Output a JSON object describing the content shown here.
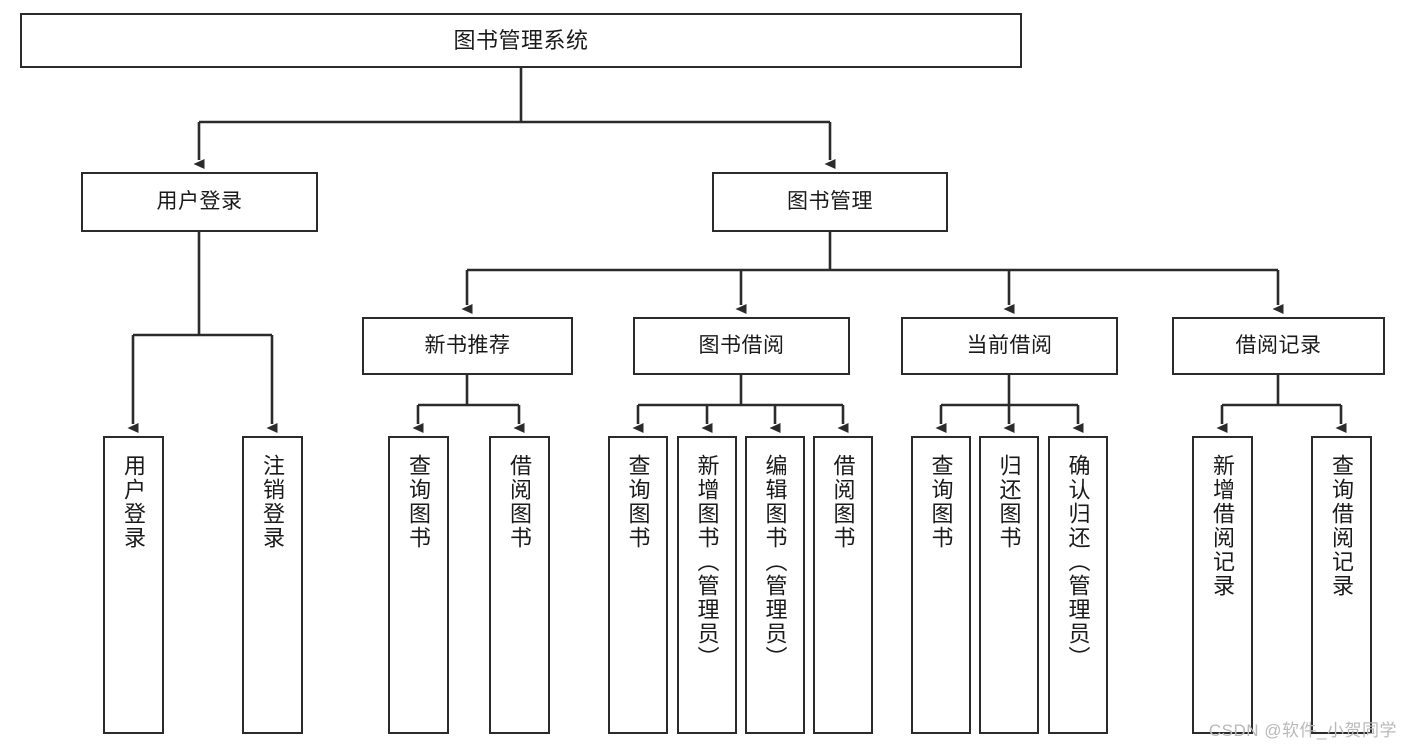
{
  "diagram": {
    "title": "图书管理系统",
    "watermark": "CSDN @软件_小贺同学",
    "stroke_color": "#2b2b2b",
    "fill_color": "#ffffff",
    "text_color": "#1a1a1a",
    "watermark_color": "#b9b9b9",
    "nodes": {
      "root": {
        "label": "图书管理系统"
      },
      "level2": [
        {
          "label": "用户登录"
        },
        {
          "label": "图书管理"
        }
      ],
      "level3": [
        {
          "label": "新书推荐"
        },
        {
          "label": "图书借阅"
        },
        {
          "label": "当前借阅"
        },
        {
          "label": "借阅记录"
        }
      ],
      "leaves": {
        "user_login": [
          {
            "label": "用户登录"
          },
          {
            "label": "注销登录"
          }
        ],
        "new_book_recommend": [
          {
            "label": "查询图书"
          },
          {
            "label": "借阅图书"
          }
        ],
        "book_borrow": [
          {
            "label": "查询图书"
          },
          {
            "label": "新增图书（管理员）"
          },
          {
            "label": "编辑图书（管理员）"
          },
          {
            "label": "借阅图书"
          }
        ],
        "current_borrow": [
          {
            "label": "查询图书"
          },
          {
            "label": "归还图书"
          },
          {
            "label": "确认归还（管理员）"
          }
        ],
        "borrow_record": [
          {
            "label": "新增借阅记录"
          },
          {
            "label": "查询借阅记录"
          }
        ]
      }
    }
  }
}
